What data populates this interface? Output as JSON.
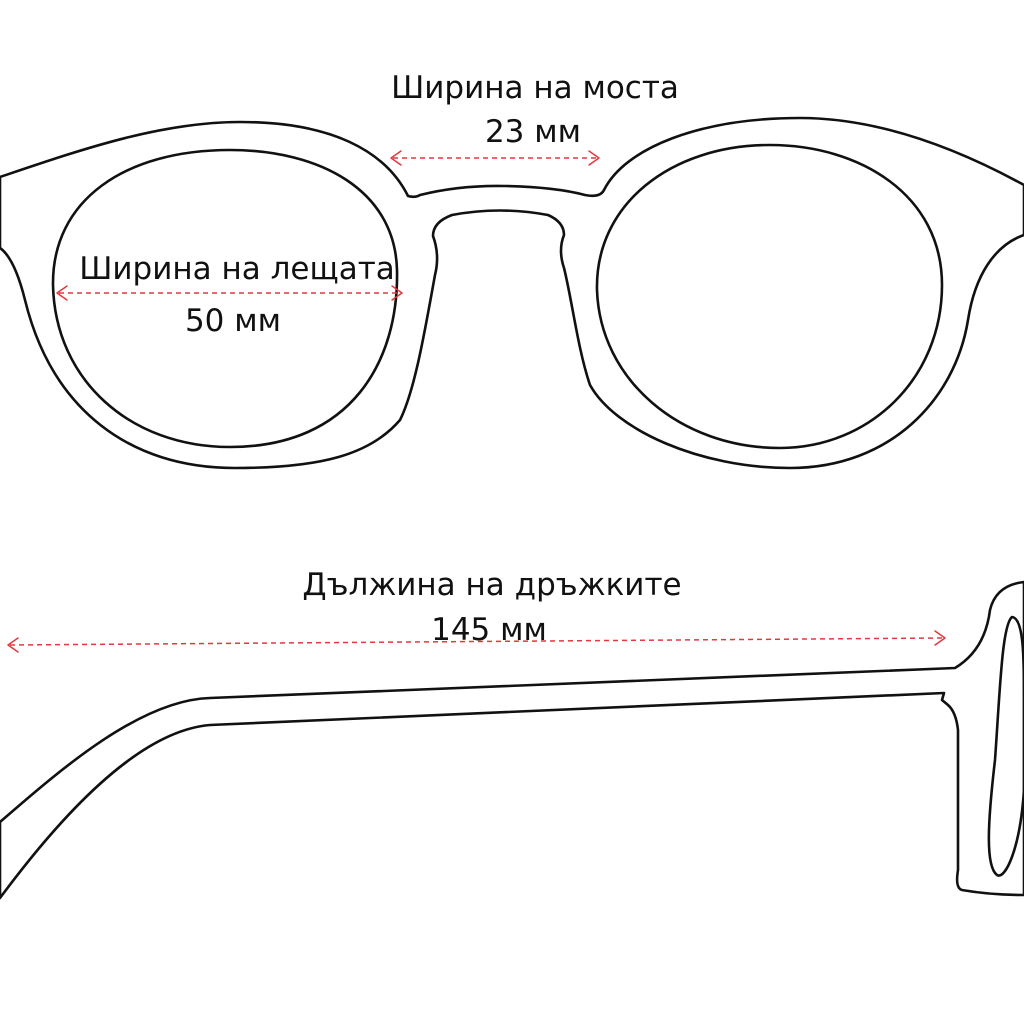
{
  "colors": {
    "outline": "#111111",
    "dimension": "#e0393e",
    "background": "#ffffff"
  },
  "measurements": {
    "bridge": {
      "label": "Ширина на моста",
      "value": "23 мм"
    },
    "lens": {
      "label": "Ширина на лещата",
      "value": "50 мм"
    },
    "temple": {
      "label": "Дължина на дръжките",
      "value": "145 мм"
    }
  }
}
